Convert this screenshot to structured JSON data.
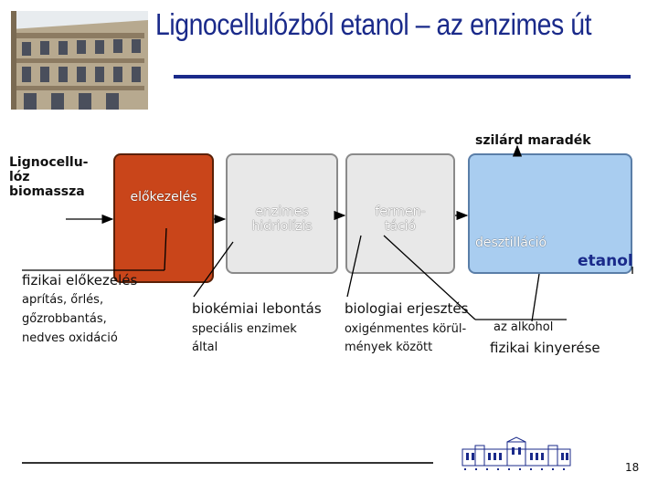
{
  "title": "Lignocellulózból etanol – az enzimes út",
  "input": {
    "line1": "Lignocellu-",
    "line2": "lóz",
    "line3": "biomassza"
  },
  "blocks": {
    "pretreatment": "előkezelés",
    "hydrolysis": {
      "line1": "enzimes",
      "line2": "hidriolízis"
    },
    "fermentation": {
      "line1": "fermen-",
      "line2": "táció"
    },
    "distillation": "desztilláció"
  },
  "outputs": {
    "solid_residue": "szilárd maradék",
    "ethanol": "etanol"
  },
  "notes": {
    "pretreatment": {
      "title": "fizikai előkezelés",
      "line1": "aprítás, őrlés,",
      "line2": "gőzrobbantás,",
      "line3": "nedves oxidáció"
    },
    "hydrolysis": {
      "title": "biokémiai lebontás",
      "line1": "speciális enzimek",
      "line2": "által"
    },
    "fermentation": {
      "title": "biologiai erjesztés",
      "line1": "oxigénmentes körül-",
      "line2": "mények között"
    },
    "distillation": {
      "line1": "az alkohol",
      "line2": "fizikai kinyerése"
    }
  },
  "page_number": "18",
  "colors": {
    "title": "#1a2a8a",
    "pretreatment_block": "#c9451a",
    "distillation_block": "#a9cdf0",
    "ethanol_text": "#1a2a8a",
    "grey_block": "#e8e8e8"
  }
}
